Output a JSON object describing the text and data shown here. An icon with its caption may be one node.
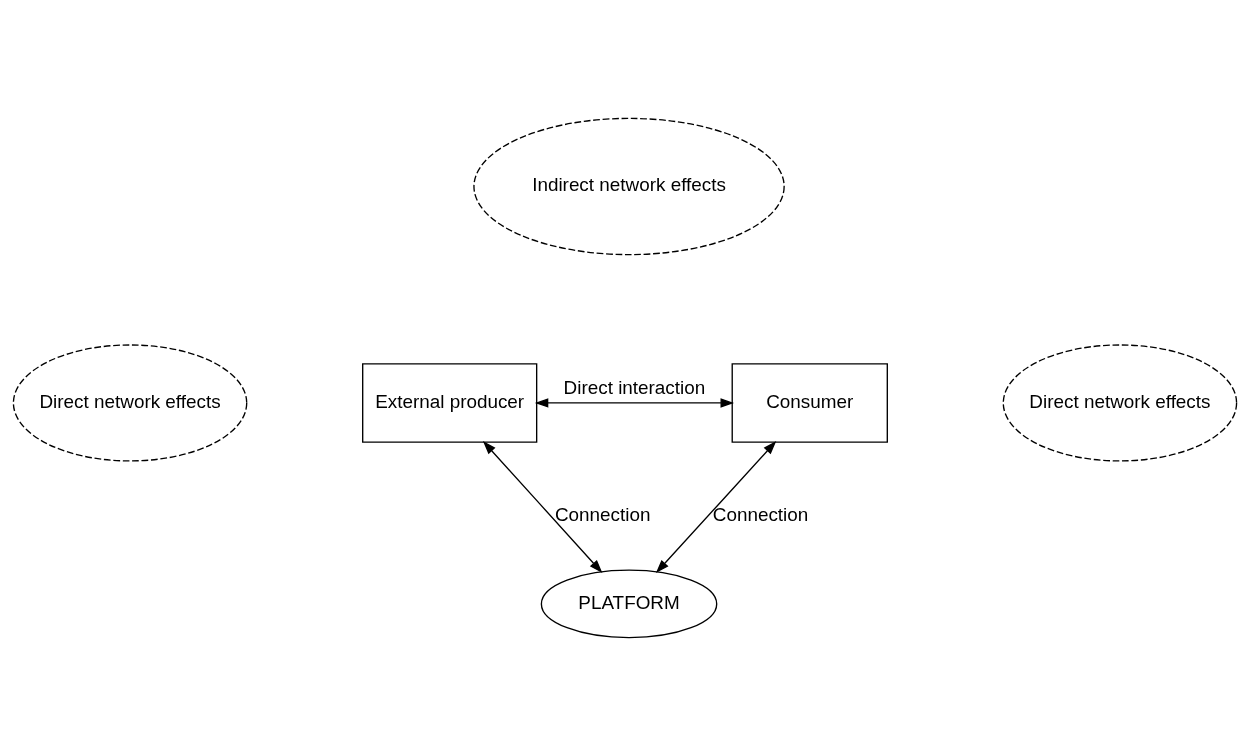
{
  "diagram": {
    "nodes": [
      {
        "text": [
          "Indirect network effects"
        ]
      },
      {
        "text": [
          "Direct network effects"
        ]
      },
      {
        "text": [
          "External producer"
        ]
      },
      {
        "text": [
          "Consumer"
        ]
      },
      {
        "text": [
          "PLATFORM"
        ]
      },
      {
        "text": [
          "Direct network effects"
        ]
      }
    ],
    "edges": [
      {
        "from": 2,
        "to": 3,
        "arrow": "both",
        "label": "Direct interaction"
      },
      {
        "from": 2,
        "to": 4,
        "arrow": "both",
        "label": "Connection"
      },
      {
        "from": 3,
        "to": 4,
        "arrow": "both",
        "label": "Connection"
      }
    ]
  }
}
